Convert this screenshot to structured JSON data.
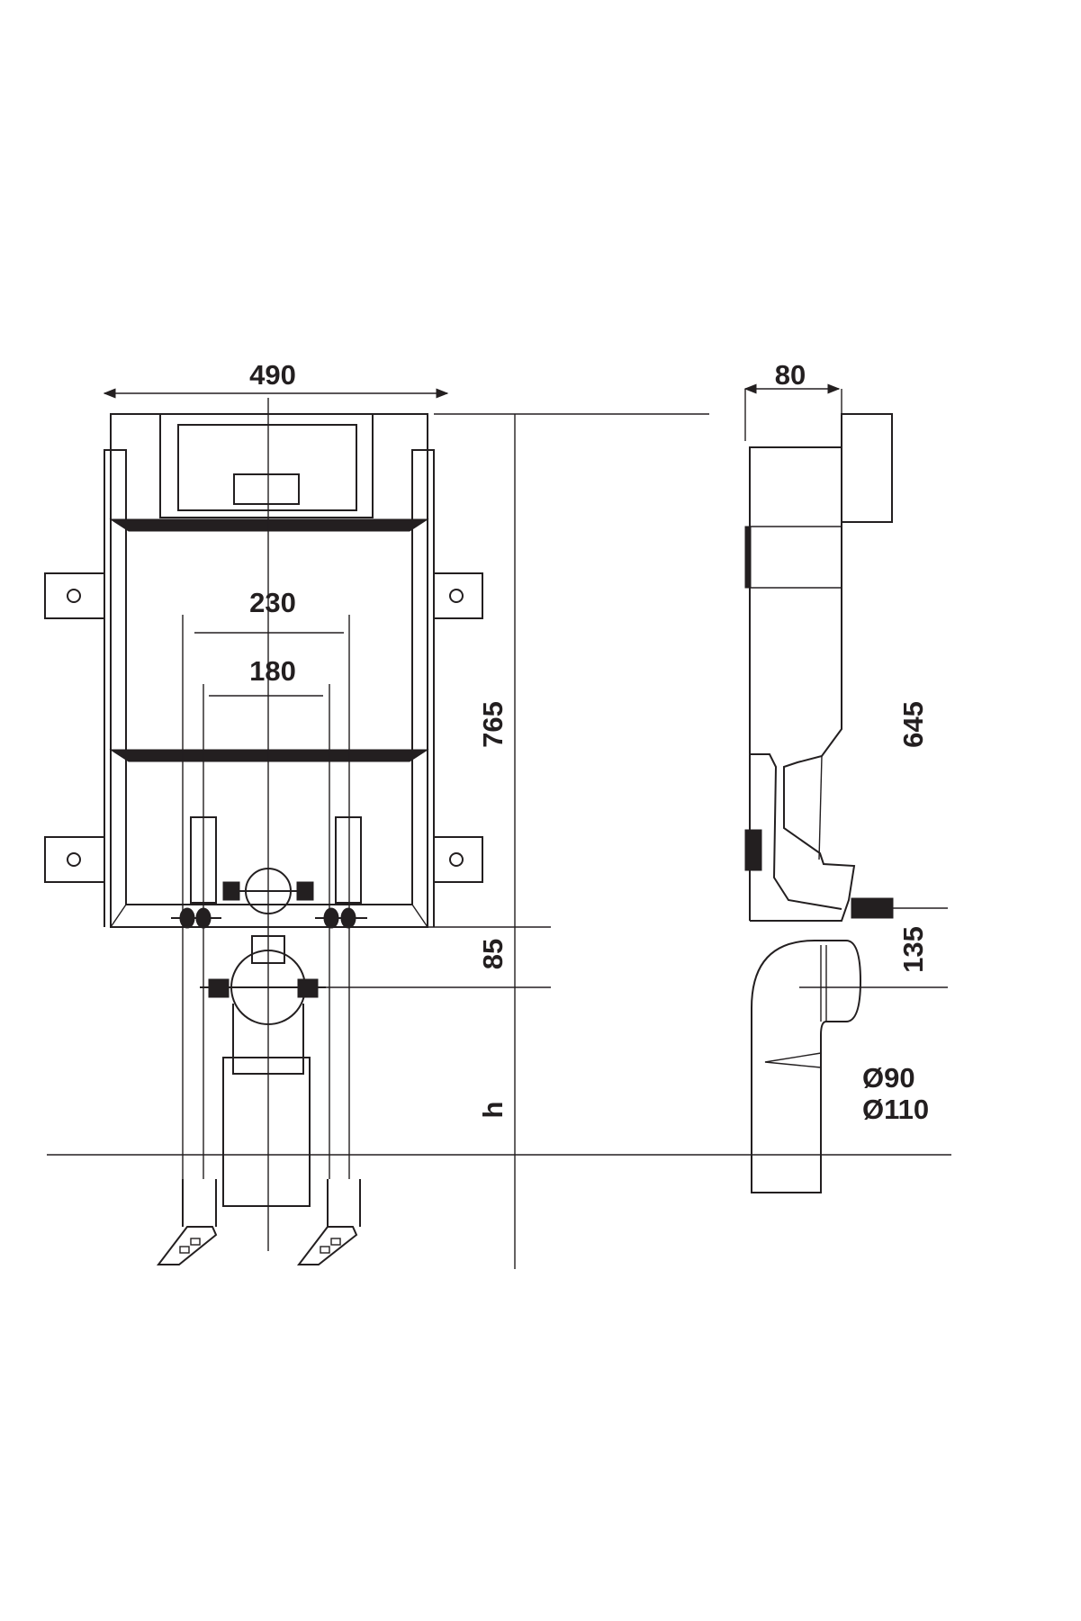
{
  "dimensions": {
    "width_front": "490",
    "width_side": "80",
    "bolt_outer": "230",
    "bolt_inner": "180",
    "height_total": "765",
    "height_side": "645",
    "outlet_offset": "85",
    "outlet_height_side": "135",
    "floor_height": "h",
    "pipe_d1": "Ø90",
    "pipe_d2": "Ø110"
  },
  "colors": {
    "line": "#231f20",
    "background": "#ffffff"
  }
}
